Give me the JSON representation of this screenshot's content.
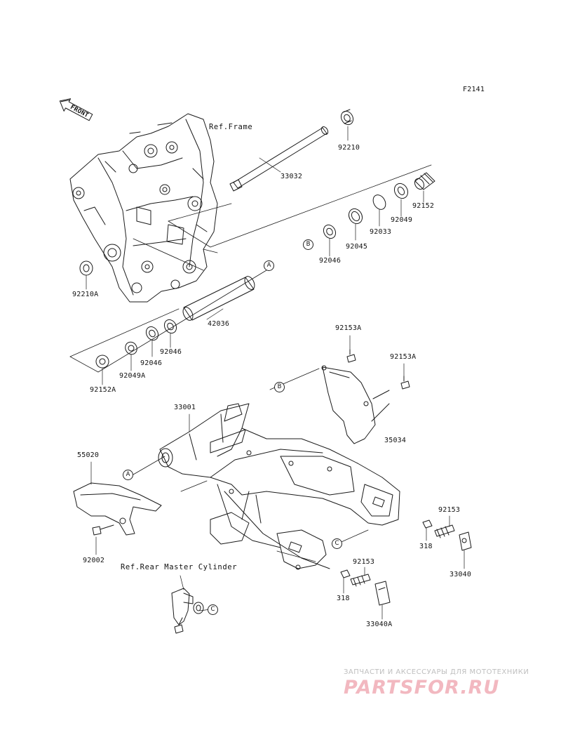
{
  "diagram": {
    "code": "F2141",
    "front_mark": "FRONT",
    "refs": {
      "frame": "Ref.Frame",
      "rear_master_cylinder": "Ref.Rear Master Cylinder"
    },
    "part_numbers": {
      "p92210": "92210",
      "p33032": "33032",
      "p92152": "92152",
      "p92049": "92049",
      "p92033": "92033",
      "p92045": "92045",
      "p92046_top": "92046",
      "p92210A": "92210A",
      "p42036": "42036",
      "p92046_a": "92046",
      "p92046_b": "92046",
      "p92049A": "92049A",
      "p92152A": "92152A",
      "p92153A_1": "92153A",
      "p92153A_2": "92153A",
      "p35034": "35034",
      "p33001": "33001",
      "p55020": "55020",
      "p92002": "92002",
      "p92153_r": "92153",
      "p318_r": "318",
      "p33040": "33040",
      "p92153_c": "92153",
      "p318_c": "318",
      "p33040A": "33040A"
    },
    "callouts": {
      "A": "A",
      "B": "B",
      "C": "C"
    }
  },
  "watermark": {
    "tagline": "ЗАПЧАСТИ И АКСЕССУАРЫ ДЛЯ МОТОТЕХНИКИ",
    "logo": "PARTSFOR.RU",
    "colors": {
      "logo": "#f2b8c0",
      "tagline": "#bfbfbf"
    }
  }
}
